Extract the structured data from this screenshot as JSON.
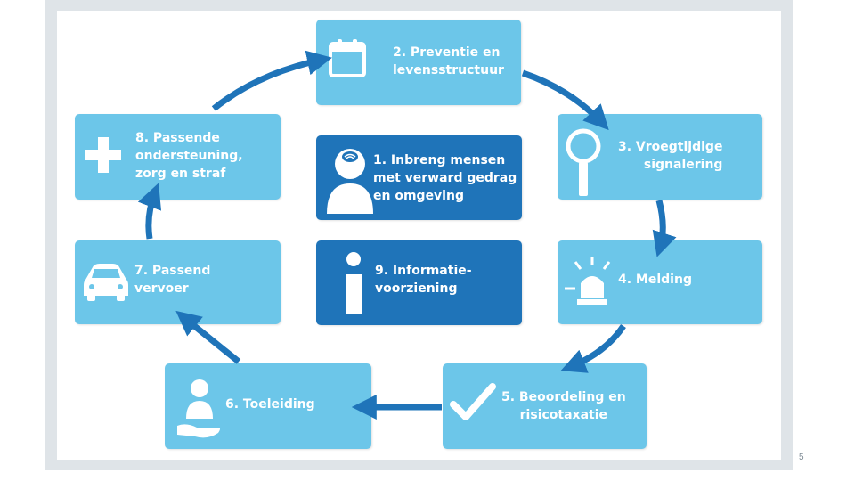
{
  "colors": {
    "light_box": "#6cc6e9",
    "dark_box": "#1f74b9",
    "arrow": "#1f74b9",
    "frame": "#dfe4e8"
  },
  "boxes": {
    "b1": {
      "text": "1. Inbreng mensen\nmet verward gedrag\nen omgeving",
      "icon": "person-brain-icon"
    },
    "b2": {
      "text": "2. Preventie en\nlevensstructuur",
      "icon": "calendar-icon"
    },
    "b3": {
      "text": "3. Vroegtijdige\nsignalering",
      "icon": "magnifier-icon"
    },
    "b4": {
      "text": "4. Melding",
      "icon": "siren-icon"
    },
    "b5": {
      "text": "5. Beoordeling en\nrisicotaxatie",
      "icon": "checkmark-icon"
    },
    "b6": {
      "text": "6. Toeleiding",
      "icon": "hand-person-icon"
    },
    "b7": {
      "text": "7. Passend\nvervoer",
      "icon": "car-icon"
    },
    "b8": {
      "text": "8. Passende\nondersteuning,\nzorg en straf",
      "icon": "plus-icon"
    },
    "b9": {
      "text": "9. Informatie-\nvoorziening",
      "icon": "info-icon"
    }
  },
  "page_number": "5"
}
